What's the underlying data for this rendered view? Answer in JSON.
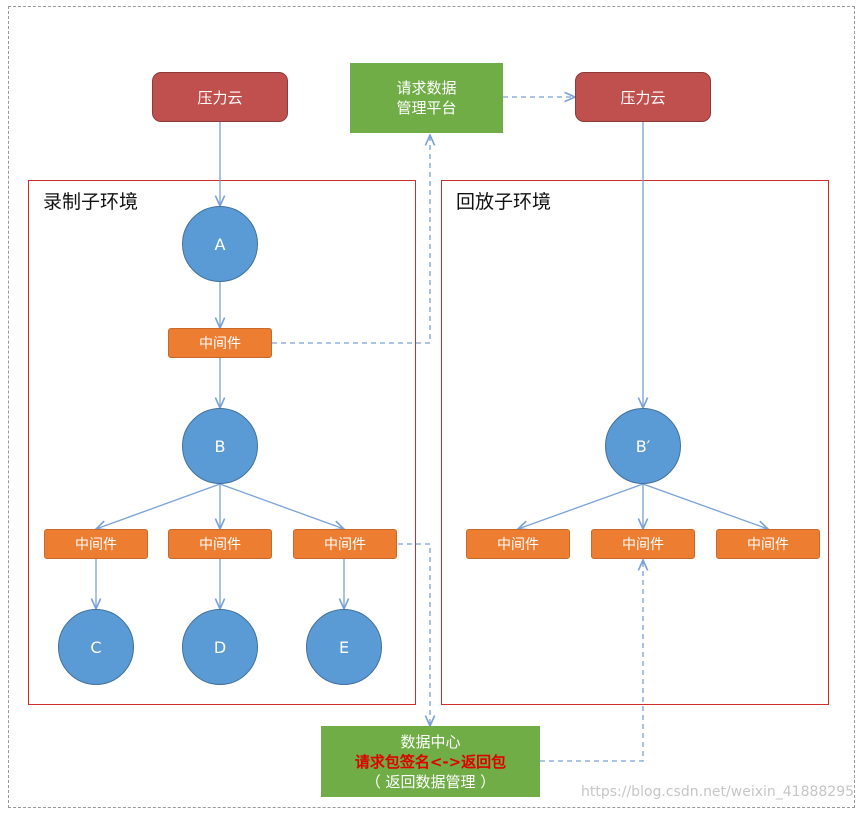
{
  "clouds": {
    "left": "压力云",
    "right": "压力云"
  },
  "mgmt_platform": {
    "line1": "请求数据",
    "line2": "管理平台"
  },
  "record_env": {
    "title": "录制子环境"
  },
  "playback_env": {
    "title": "回放子环境"
  },
  "nodes": {
    "a": "A",
    "b": "B",
    "c": "C",
    "d": "D",
    "e": "E",
    "b_prime": "B′"
  },
  "middleware_label": "中间件",
  "data_center": {
    "line1": "数据中心",
    "line2": "请求包签名<->返回包",
    "line3": "（ 返回数据管理 ）"
  },
  "watermark": "https://blog.csdn.net/weixin_41888295",
  "colors": {
    "cloud": "#c0504d",
    "middleware": "#ed7d31",
    "node": "#5b9bd5",
    "platform": "#70ad47",
    "env_border": "#d02e2e",
    "edge": "#7aa2d6"
  }
}
